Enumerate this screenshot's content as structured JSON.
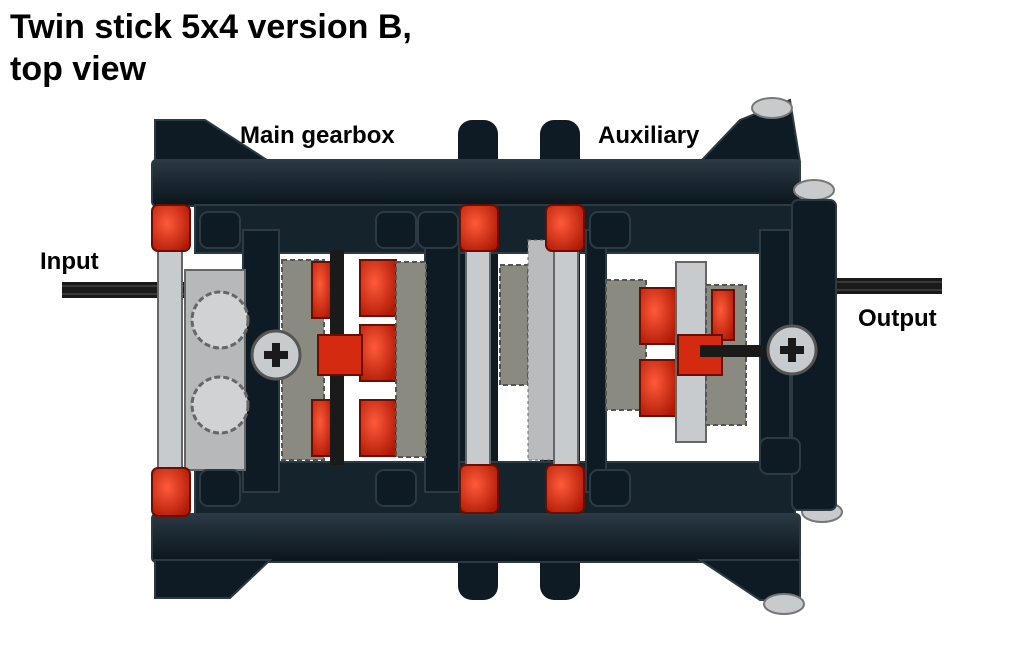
{
  "title": {
    "line1": "Twin stick 5x4 version B,",
    "line2": "top view"
  },
  "labels": {
    "main_gearbox": "Main gearbox",
    "auxiliary": "Auxiliary",
    "input": "Input",
    "output": "Output"
  },
  "colors": {
    "frame": "#0f1b24",
    "frame_edge": "#2c3a44",
    "red": "#d42a10",
    "gear_grey": "#8a8a80",
    "light_grey": "#c8cbcd",
    "axle": "#1a1a1a",
    "background": "#ffffff"
  }
}
